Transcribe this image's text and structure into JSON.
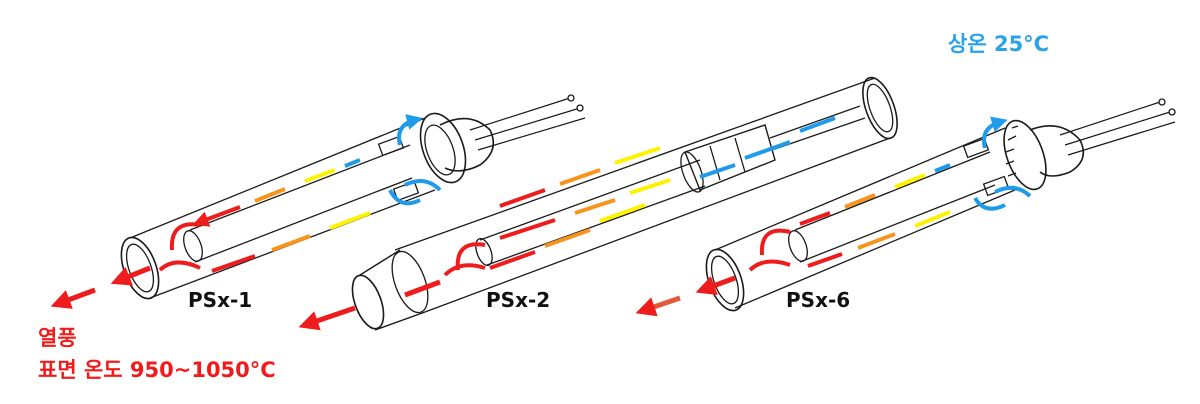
{
  "labels": {
    "ambient": "상온 25°C",
    "hot_air": "열풍",
    "surface_temp": "표면 온도 950~1050°C"
  },
  "models": [
    {
      "name": "PSx-1"
    },
    {
      "name": "PSx-2"
    },
    {
      "name": "PSx-6"
    }
  ],
  "colors": {
    "outline": "#1a1a1a",
    "cold_air": "#1e9be9",
    "hot_air": "#ee1c1c",
    "warm_orange": "#f7941d",
    "warm_yellow": "#fff200",
    "label_blue": "#29a3e6",
    "label_red": "#f21b1b"
  }
}
